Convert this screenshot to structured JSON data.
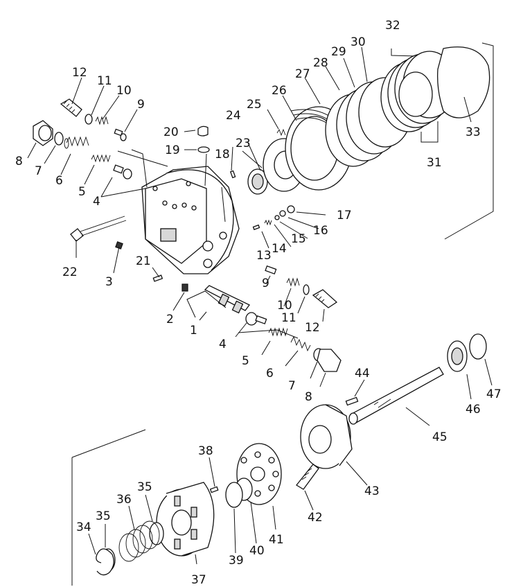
{
  "part_labels": [
    {
      "id": "lbl-1",
      "text": "1"
    },
    {
      "id": "lbl-2",
      "text": "2"
    },
    {
      "id": "lbl-3",
      "text": "3"
    },
    {
      "id": "lbl-4a",
      "text": "4"
    },
    {
      "id": "lbl-4b",
      "text": "4"
    },
    {
      "id": "lbl-5a",
      "text": "5"
    },
    {
      "id": "lbl-5b",
      "text": "5"
    },
    {
      "id": "lbl-6a",
      "text": "6"
    },
    {
      "id": "lbl-6b",
      "text": "6"
    },
    {
      "id": "lbl-7a",
      "text": "7"
    },
    {
      "id": "lbl-7b",
      "text": "7"
    },
    {
      "id": "lbl-8a",
      "text": "8"
    },
    {
      "id": "lbl-8b",
      "text": "8"
    },
    {
      "id": "lbl-9a",
      "text": "9"
    },
    {
      "id": "lbl-9b",
      "text": "9"
    },
    {
      "id": "lbl-10a",
      "text": "10"
    },
    {
      "id": "lbl-10b",
      "text": "10"
    },
    {
      "id": "lbl-11a",
      "text": "11"
    },
    {
      "id": "lbl-11b",
      "text": "11"
    },
    {
      "id": "lbl-12a",
      "text": "12"
    },
    {
      "id": "lbl-12b",
      "text": "12"
    },
    {
      "id": "lbl-13",
      "text": "13"
    },
    {
      "id": "lbl-14",
      "text": "14"
    },
    {
      "id": "lbl-15",
      "text": "15"
    },
    {
      "id": "lbl-16",
      "text": "16"
    },
    {
      "id": "lbl-17",
      "text": "17"
    },
    {
      "id": "lbl-18",
      "text": "18"
    },
    {
      "id": "lbl-19",
      "text": "19"
    },
    {
      "id": "lbl-20",
      "text": "20"
    },
    {
      "id": "lbl-21",
      "text": "21"
    },
    {
      "id": "lbl-22",
      "text": "22"
    },
    {
      "id": "lbl-23",
      "text": "23"
    },
    {
      "id": "lbl-24",
      "text": "24"
    },
    {
      "id": "lbl-25",
      "text": "25"
    },
    {
      "id": "lbl-26",
      "text": "26"
    },
    {
      "id": "lbl-27",
      "text": "27"
    },
    {
      "id": "lbl-28",
      "text": "28"
    },
    {
      "id": "lbl-29",
      "text": "29"
    },
    {
      "id": "lbl-30",
      "text": "30"
    },
    {
      "id": "lbl-31",
      "text": "31"
    },
    {
      "id": "lbl-32",
      "text": "32"
    },
    {
      "id": "lbl-33",
      "text": "33"
    },
    {
      "id": "lbl-34",
      "text": "34"
    },
    {
      "id": "lbl-35a",
      "text": "35"
    },
    {
      "id": "lbl-35b",
      "text": "35"
    },
    {
      "id": "lbl-36",
      "text": "36"
    },
    {
      "id": "lbl-37",
      "text": "37"
    },
    {
      "id": "lbl-38",
      "text": "38"
    },
    {
      "id": "lbl-39",
      "text": "39"
    },
    {
      "id": "lbl-40",
      "text": "40"
    },
    {
      "id": "lbl-41",
      "text": "41"
    },
    {
      "id": "lbl-42",
      "text": "42"
    },
    {
      "id": "lbl-43",
      "text": "43"
    },
    {
      "id": "lbl-44",
      "text": "44"
    },
    {
      "id": "lbl-45",
      "text": "45"
    },
    {
      "id": "lbl-46",
      "text": "46"
    },
    {
      "id": "lbl-47",
      "text": "47"
    }
  ]
}
